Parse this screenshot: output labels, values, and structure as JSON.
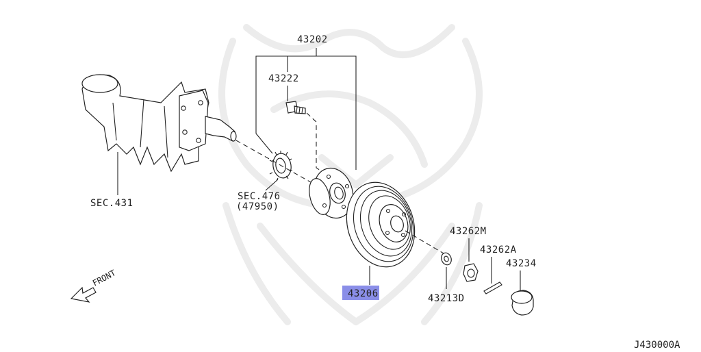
{
  "diagram": {
    "labels": {
      "hub_assembly": "43202",
      "hub_bolt": "43222",
      "knuckle_section": "SEC.431",
      "sensor_rotor_section": "SEC.476",
      "sensor_rotor_part": "(47950)",
      "brake_drum": "43206",
      "drum_washer": "43213D",
      "hub_nut": "43262M",
      "cotter_pin": "43262A",
      "grease_cap": "43234",
      "front_indicator": "FRONT"
    },
    "highlight_color": "#8a8ee8",
    "diagram_code": "J430000A"
  }
}
